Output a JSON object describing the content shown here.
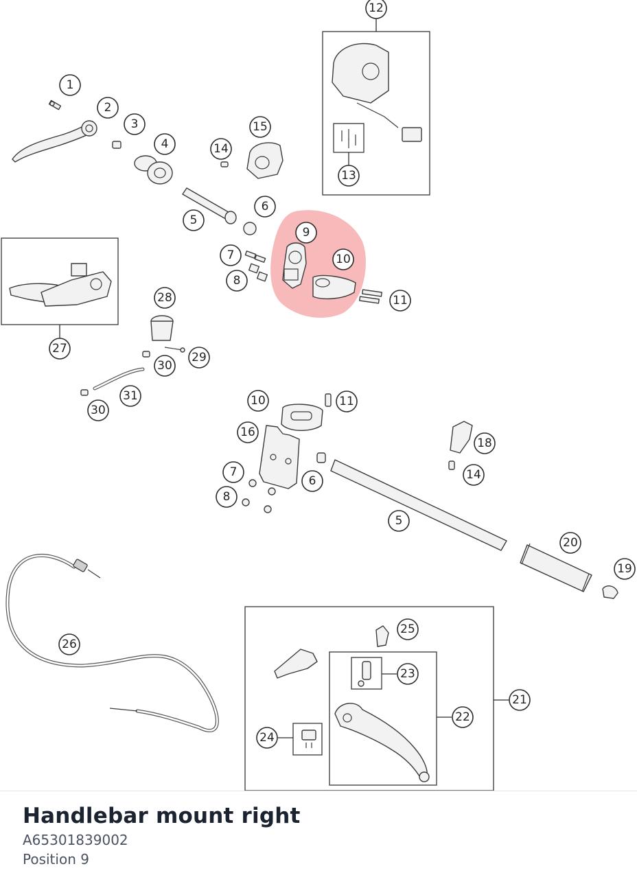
{
  "diagram": {
    "highlight_color": "#f08080",
    "callouts": [
      "1",
      "2",
      "3",
      "4",
      "5",
      "6",
      "7",
      "8",
      "9",
      "10",
      "11",
      "12",
      "13",
      "14",
      "15",
      "6",
      "7",
      "8",
      "10",
      "11",
      "14",
      "16",
      "18",
      "5",
      "20",
      "19",
      "25",
      "23",
      "21",
      "22",
      "24",
      "26",
      "27",
      "28",
      "29",
      "30",
      "31",
      "30"
    ]
  },
  "part": {
    "title": "Handlebar mount right",
    "number": "A65301839002",
    "position": "Position 9"
  }
}
